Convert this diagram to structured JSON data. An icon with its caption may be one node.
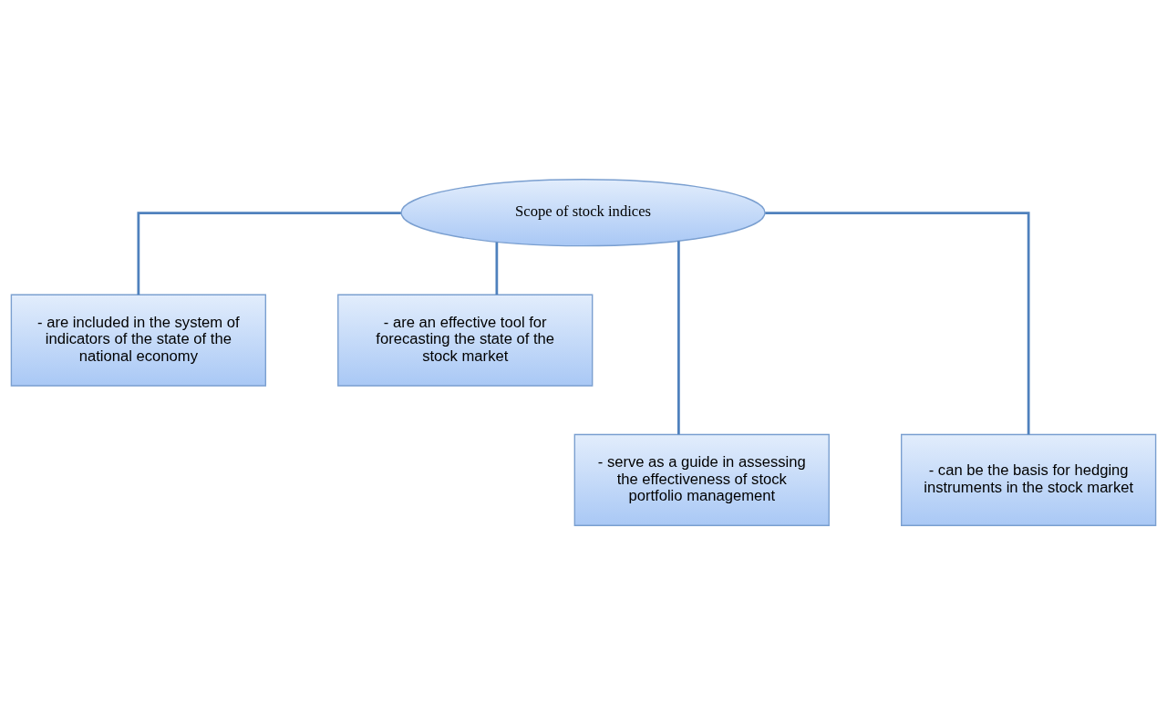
{
  "diagram": {
    "nodes": [
      {
        "text": [
          "Scope of stock indices"
        ]
      },
      {
        "text": [
          "- are included in the system of indicators of the state of the national economy"
        ]
      },
      {
        "text": [
          "- are an effective tool for forecasting the state of the stock market"
        ]
      },
      {
        "text": [
          "- serve as a guide in assessing the effectiveness of stock portfolio management"
        ]
      },
      {
        "text": [
          "- can be the basis for hedging instruments in the stock market"
        ]
      }
    ],
    "edges": [
      {
        "from": 0,
        "to": 1,
        "arrow": "none"
      },
      {
        "from": 0,
        "to": 2,
        "arrow": "none"
      },
      {
        "from": 0,
        "to": 3,
        "arrow": "none"
      },
      {
        "from": 0,
        "to": 4,
        "arrow": "none"
      }
    ]
  }
}
